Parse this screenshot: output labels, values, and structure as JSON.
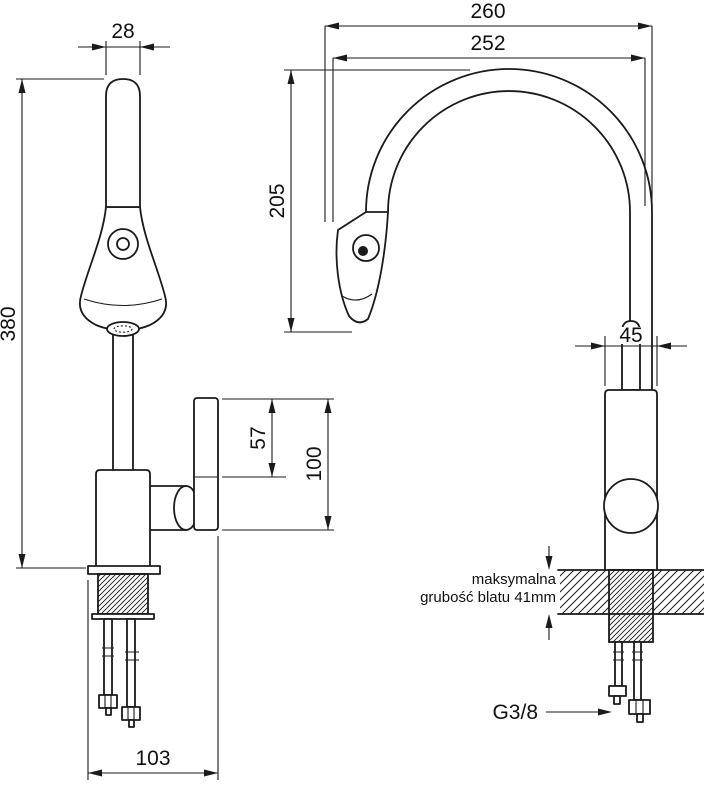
{
  "drawing": {
    "front_view": {
      "dim_spout_width": "28",
      "dim_total_height": "380",
      "dim_handle_height": "57",
      "dim_body_height": "100",
      "dim_base_depth": "103"
    },
    "side_view": {
      "dim_overall_reach": "260",
      "dim_spout_reach": "252",
      "dim_spout_height": "205",
      "dim_body_depth": "45",
      "counter_note_line1": "maksymalna",
      "counter_note_line2": "grubość blatu 41mm",
      "thread_size": "G3/8"
    }
  }
}
